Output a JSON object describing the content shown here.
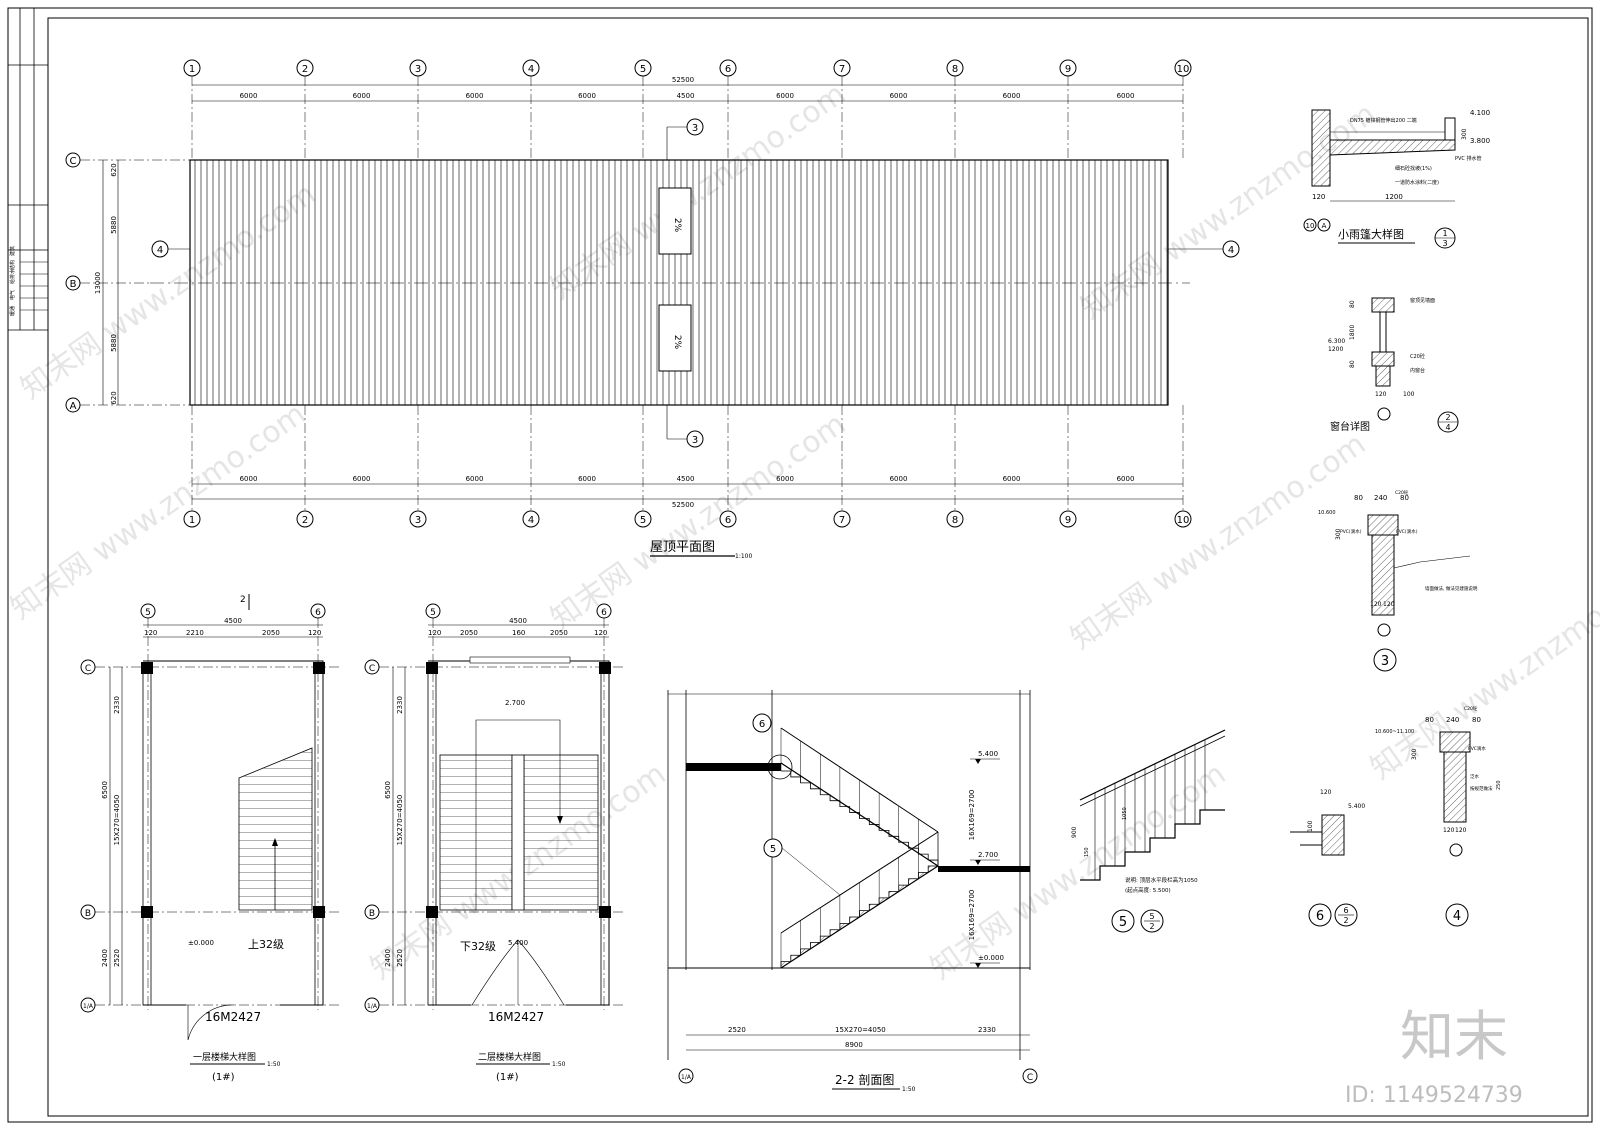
{
  "roof_plan": {
    "title": "屋顶平面图",
    "scale": "1:100",
    "grid_numbers": [
      "1",
      "2",
      "3",
      "4",
      "5",
      "6",
      "7",
      "8",
      "9",
      "10"
    ],
    "bay_dims": [
      "6000",
      "6000",
      "6000",
      "6000",
      "4500",
      "6000",
      "6000",
      "6000",
      "6000"
    ],
    "total_dim": "52500",
    "row_letters": [
      "C",
      "B",
      "A"
    ],
    "row_dims": [
      "620",
      "5880",
      "5880",
      "620"
    ],
    "row_total": "13000",
    "section_marks": [
      "4",
      "4",
      "3",
      "3"
    ],
    "slope_label": "2%"
  },
  "detail_1_3": {
    "title": "小雨篷大样图",
    "tag_top": "1",
    "tag_bottom": "3",
    "dims": [
      "300",
      "1200",
      "120"
    ],
    "elev": [
      "4.100",
      "3.800"
    ],
    "notes": [
      "DN75 镀锌钢管伸出200 二端",
      "细石砼找坡(1%)",
      "一道防水涂料(二度)",
      "PVC 排水管"
    ],
    "grids": [
      "10",
      "A"
    ]
  },
  "detail_2_4": {
    "title": "窗台详图",
    "tag_top": "2",
    "tag_bottom": "4",
    "dims": [
      "80",
      "1800",
      "80",
      "120",
      "100"
    ],
    "elev": [
      "6.300",
      "1200"
    ],
    "notes": [
      "窗顶见墙面",
      "C20砼",
      "内窗台"
    ]
  },
  "detail_3": {
    "tag": "3",
    "dims": [
      "80",
      "240",
      "80",
      "300",
      "120",
      "120"
    ],
    "elev": "10.600",
    "notes": [
      "C20砼",
      "PVC(滴水)",
      "PVC(滴水)",
      "墙面做法, 做法见建施说明"
    ]
  },
  "detail_4": {
    "tag": "4",
    "dims": [
      "80",
      "240",
      "80",
      "300",
      "120",
      "120",
      "250"
    ],
    "elev": "10.600~11.100",
    "notes": [
      "C20砼",
      "PVC滴水",
      "泛水",
      "按规范做法"
    ]
  },
  "detail_5": {
    "tag": "5",
    "ref_top": "5",
    "ref_bottom": "2",
    "dims": [
      "900",
      "150",
      "1050"
    ],
    "notes": [
      "说明: 顶层水平段栏高为1050",
      "(起点高度: 5.500)"
    ]
  },
  "detail_6": {
    "tag": "6",
    "ref_top": "6",
    "ref_bottom": "2",
    "dims": [
      "120",
      "100"
    ],
    "elev": "5.400"
  },
  "stair_1f": {
    "title": "一层楼梯大样图",
    "scale": "1:50",
    "sub": "(1#)",
    "grids_x": [
      "5",
      "6"
    ],
    "grids_y": [
      "C",
      "B",
      "1/A"
    ],
    "top_dims": [
      "120",
      "2210",
      "2050",
      "120"
    ],
    "top_total": "4500",
    "side_dims": [
      "2330",
      "15X270=4050",
      "2520"
    ],
    "side_totals": [
      "6500",
      "2400"
    ],
    "elev": "±0.000",
    "up_label": "上32级",
    "door": "16M2427",
    "section_tag": "2"
  },
  "stair_2f": {
    "title": "二层楼梯大样图",
    "scale": "1:50",
    "sub": "(1#)",
    "grids_x": [
      "5",
      "6"
    ],
    "grids_y": [
      "C",
      "B",
      "1/A"
    ],
    "top_dims": [
      "120",
      "2050",
      "160",
      "2050",
      "120"
    ],
    "top_total": "4500",
    "side_dims": [
      "2330",
      "15X270=4050",
      "2520"
    ],
    "side_totals": [
      "6500",
      "2400"
    ],
    "landing_elev": "2.700",
    "elev": "5.400",
    "down_label": "下32级",
    "door": "16M2427"
  },
  "section_22": {
    "title": "2-2 剖面图",
    "scale": "1:50",
    "bottom_dims": [
      "2520",
      "15X270=4050",
      "2330"
    ],
    "total": "8900",
    "grids": [
      "1/A",
      "C"
    ],
    "elevations": [
      "5.400",
      "2.700",
      "±0.000"
    ],
    "flight_dims": [
      "16X169=2700",
      "16X169=2700"
    ],
    "tags": [
      "6",
      "5"
    ]
  },
  "frame": {
    "left_block_labels": [
      "建筑",
      "结构",
      "给排水",
      "电气",
      "暖通"
    ],
    "id_text": "ID: 1149524739",
    "brand": "知末"
  }
}
